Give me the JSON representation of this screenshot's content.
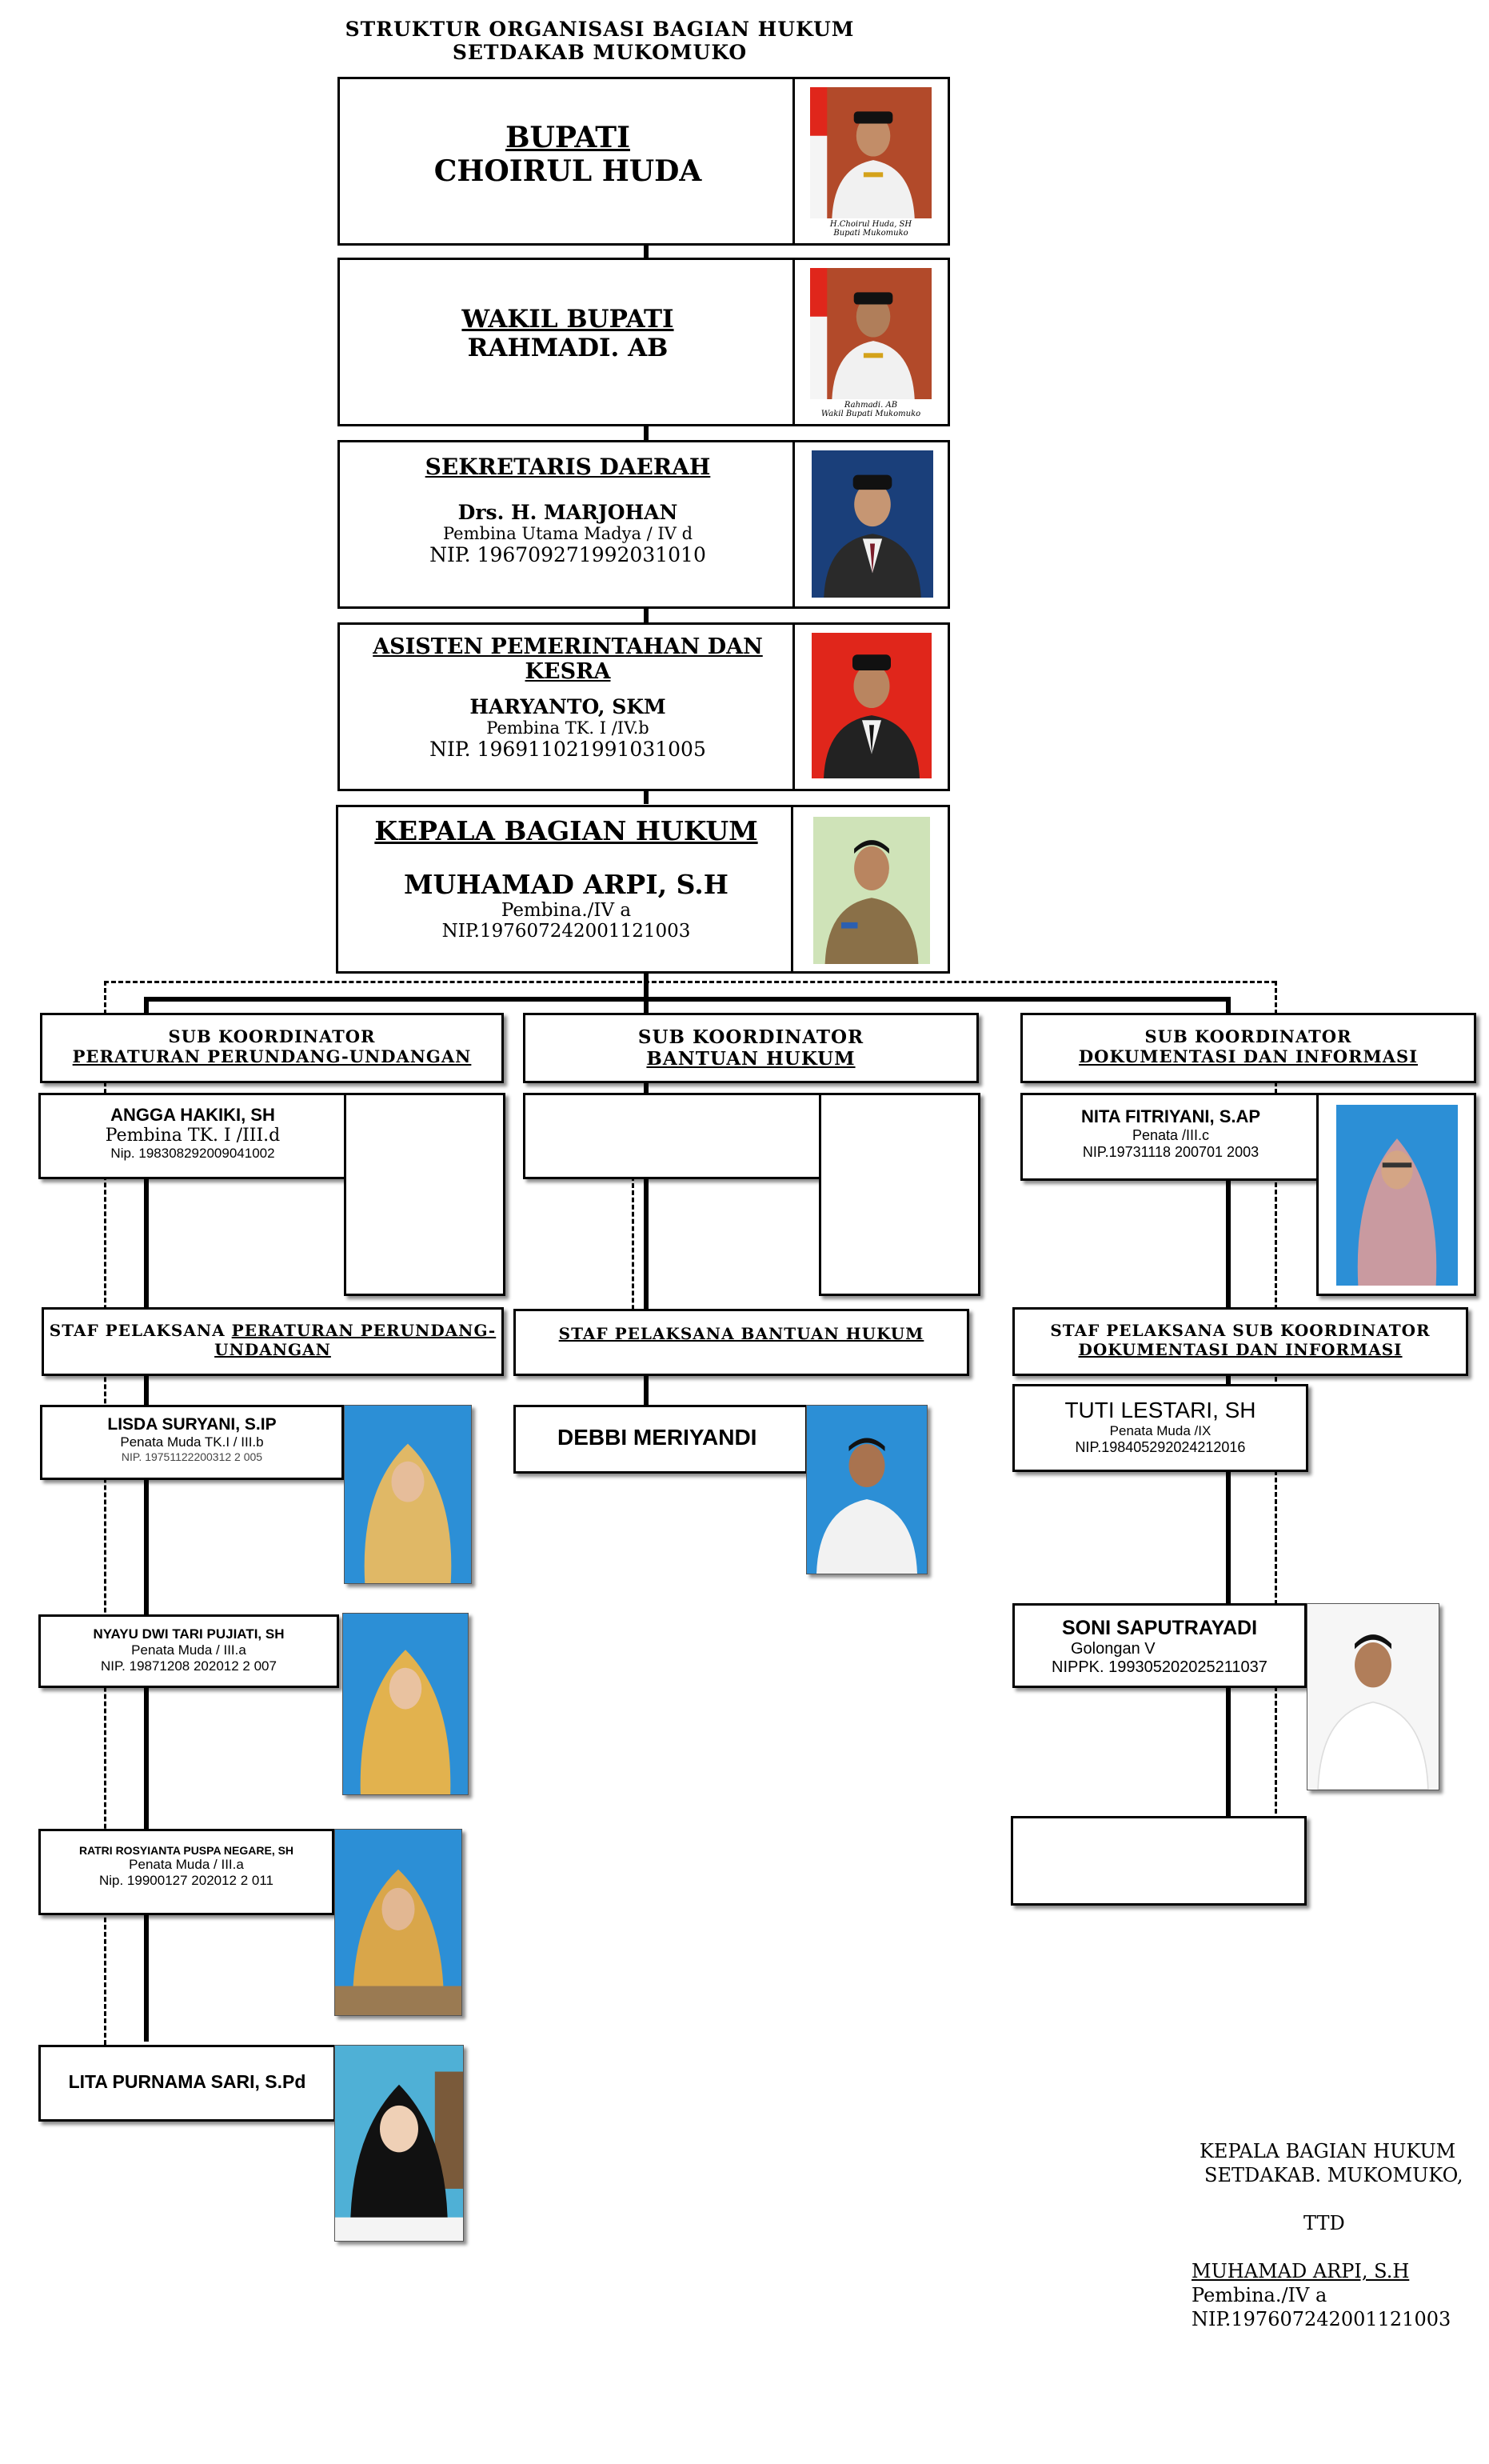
{
  "header": {
    "line1": "STRUKTUR ORGANISASI BAGIAN HUKUM",
    "line2": "SETDAKAB MUKOMUKO"
  },
  "leaders": {
    "bupati": {
      "title": "BUPATI",
      "name": "CHOIRUL HUDA",
      "caption1": "H.Choirul Huda, SH",
      "caption2": "Bupati Mukomuko"
    },
    "wakil": {
      "title": "WAKIL BUPATI",
      "name": "RAHMADI. AB",
      "caption1": "Rahmadi. AB",
      "caption2": "Wakil Bupati Mukomuko"
    },
    "sekda": {
      "title": "SEKRETARIS DAERAH",
      "name": "Drs. H. MARJOHAN",
      "rank": "Pembina Utama Madya / IV d",
      "nip": "NIP. 196709271992031010"
    },
    "asisten": {
      "title_line1": "ASISTEN PEMERINTAHAN DAN",
      "title_line2": "KESRA",
      "name": "HARYANTO, SKM",
      "rank": "Pembina TK. I /IV.b",
      "nip": "NIP. 196911021991031005"
    },
    "kabag": {
      "title": "KEPALA BAGIAN HUKUM",
      "name": "MUHAMAD ARPI, S.H",
      "rank": "Pembina./IV a",
      "nip": "NIP.197607242001121003"
    }
  },
  "divisions": {
    "perundangan": {
      "sub_label": "SUB KOORDINATOR",
      "sub_name": "PERATURAN PERUNDANG-UNDANGAN",
      "head": {
        "name": "ANGGA HAKIKI, SH",
        "rank": "Pembina TK. I /III.d",
        "nip": "Nip. 198308292009041002"
      },
      "staff_prefix": "STAF PELAKSANA",
      "staff_line1": "PERATURAN PERUNDANG-",
      "staff_line2": "UNDANGAN",
      "staff": [
        {
          "name": "LISDA SURYANI, S.IP",
          "rank": "Penata Muda TK.I / III.b",
          "nip": "NIP. 19751122200312 2 005"
        },
        {
          "name": "NYAYU DWI TARI PUJIATI, SH",
          "rank": "Penata Muda / III.a",
          "nip": "NIP. 19871208 202012 2 007"
        },
        {
          "name": "RATRI ROSYIANTA PUSPA NEGARE, SH",
          "rank": "Penata Muda / III.a",
          "nip": "Nip. 19900127 202012 2 011"
        },
        {
          "name": "LITA PURNAMA SARI, S.Pd"
        }
      ]
    },
    "bantuan": {
      "sub_label": "SUB KOORDINATOR",
      "sub_name": "BANTUAN HUKUM",
      "staff_title": "STAF PELAKSANA BANTUAN HUKUM",
      "staff": [
        {
          "name": "DEBBI MERIYANDI"
        }
      ]
    },
    "dokumentasi": {
      "sub_label": "SUB KOORDINATOR",
      "sub_name": "DOKUMENTASI DAN INFORMASI",
      "head": {
        "name": "NITA FITRIYANI, S.AP",
        "rank": "Penata /III.c",
        "nip": "NIP.19731118 200701 2003"
      },
      "staff_line1": "STAF PELAKSANA SUB KOORDINATOR",
      "staff_line2": "DOKUMENTASI DAN INFORMASI",
      "staff": [
        {
          "name": "TUTI LESTARI, SH",
          "rank": "Penata Muda /IX",
          "nip": "NIP.198405292024212016"
        },
        {
          "name": "SONI SAPUTRAYADI",
          "rank": "Golongan V",
          "nip": "NIPPK. 199305202025211037"
        }
      ]
    }
  },
  "signature": {
    "line1": "KEPALA BAGIAN HUKUM",
    "line2": "SETDAKAB. MUKOMUKO,",
    "ttd": "TTD",
    "name": "MUHAMAD ARPI, S.H",
    "rank": "Pembina./IV a",
    "nip": "NIP.197607242001121003"
  },
  "colors": {
    "photo_bg_blue": "#2c8fd6",
    "photo_bg_red": "#e0261b",
    "photo_bg_brown": "#9a7a52",
    "photo_bg_green": "#cfe3b8",
    "photo_bg_navy": "#1a3f7a"
  }
}
